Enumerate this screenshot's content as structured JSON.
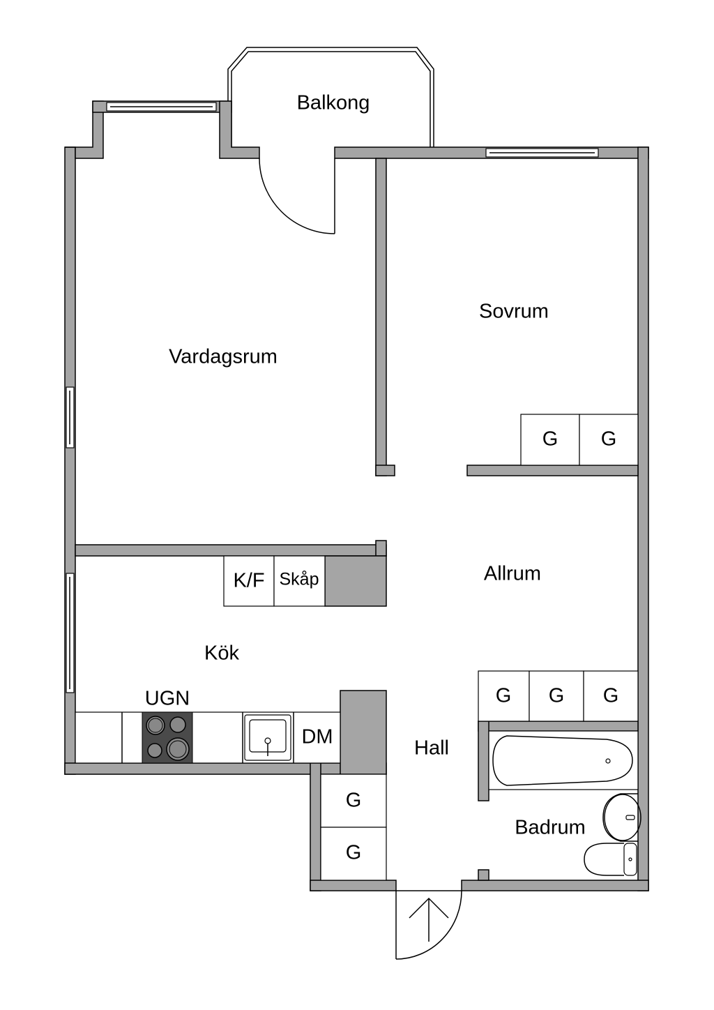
{
  "title": "Floor plan",
  "rooms": {
    "balcony": "Balkong",
    "living": "Vardagsrum",
    "bedroom": "Sovrum",
    "family": "Allrum",
    "kitchen": "Kök",
    "hall": "Hall",
    "bathroom": "Badrum"
  },
  "fixtures": {
    "oven": "UGN",
    "dishwasher": "DM",
    "fridge_freezer": "K/F",
    "cabinet": "Skåp",
    "wardrobe": "G"
  },
  "colors": {
    "wall": "#a5a5a5",
    "cooktop": "#4a4a4a"
  }
}
